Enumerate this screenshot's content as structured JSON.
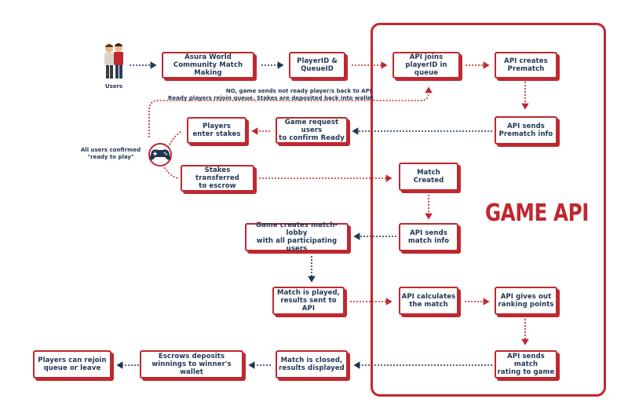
{
  "diagram": {
    "title": "GAME API",
    "users_label": "Users",
    "confirm_label": "All users confirmed\n\"ready to play\"",
    "not_ready_note": "NO, game sends not ready player/s back to API.\nReady players rejoin queue. Stakes are deposited back into wallet",
    "boxes": {
      "asura": "Asura World\nCommunity Match Making",
      "playerid": "PlayerID &\nQueueID",
      "api_joins": "API joins\nplayerID in queue",
      "api_prematch": "API creates\nPrematch",
      "api_sends_prematch": "API sends\nPrematch info",
      "game_request": "Game request users\nto confirm Ready",
      "players_stakes": "Players\nenter stakes",
      "stakes_escrow": "Stakes transferred\nto escrow",
      "match_created": "Match\nCreated",
      "api_sends_match": "API sends\nmatch info",
      "game_lobby": "Game creates match-lobby\nwith all participating users",
      "match_played": "Match is played,\nresults sent to API",
      "api_calculates": "API calculates\nthe match",
      "api_ranking": "API gives out\nranking points",
      "api_rating": "API sends match\nrating to game",
      "match_closed": "Match is closed,\nresults displayed",
      "escrow_deposits": "Escrows deposits\nwinnings to winner's wallet",
      "players_rejoin": "Players can rejoin\nqueue or leave"
    }
  },
  "colors": {
    "red": "#c0282f",
    "navy": "#1f3552"
  }
}
